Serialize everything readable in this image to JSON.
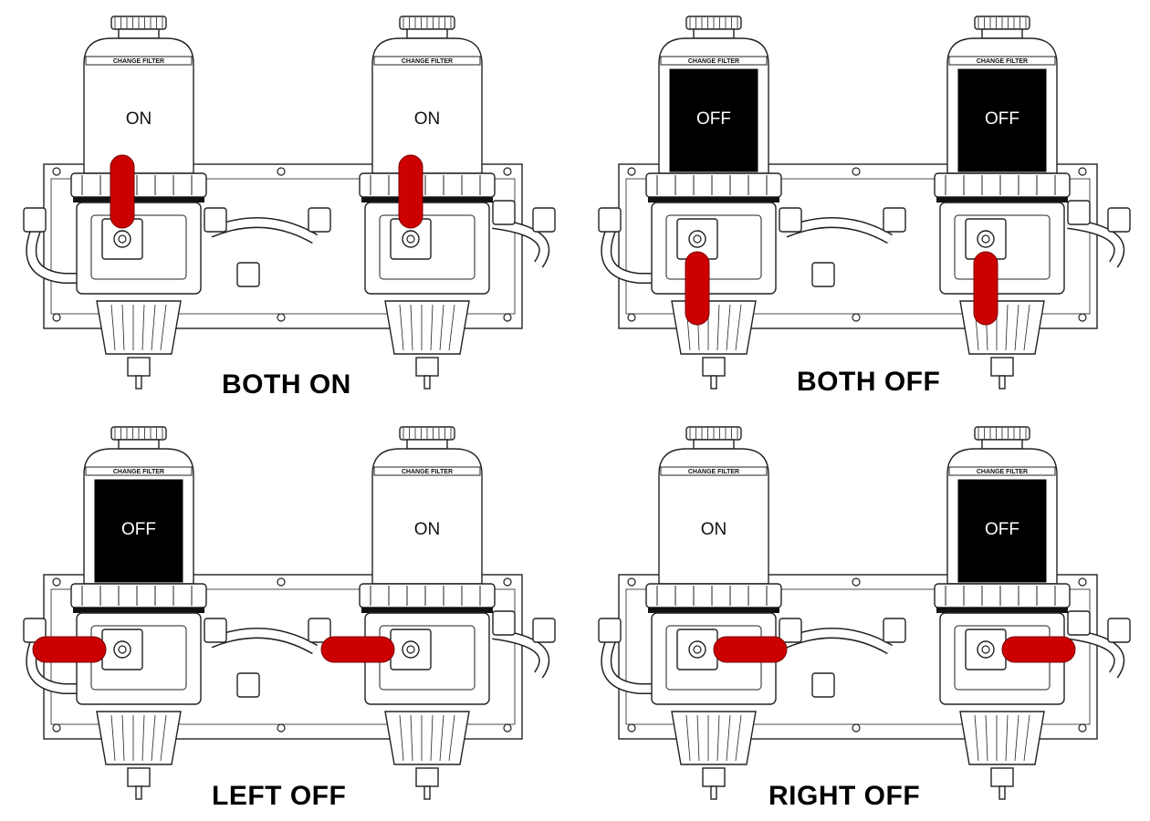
{
  "colors": {
    "handle": "#cc0000",
    "bowl_off": "#000000",
    "bowl_on": "#ffffff",
    "line": "#222222"
  },
  "band_label": "CHANGE FILTER",
  "panels": [
    {
      "caption": "BOTH ON",
      "left_state": "ON",
      "right_state": "ON",
      "left_handle": "up",
      "right_handle": "up"
    },
    {
      "caption": "BOTH OFF",
      "left_state": "OFF",
      "right_state": "OFF",
      "left_handle": "down",
      "right_handle": "down"
    },
    {
      "caption": "LEFT OFF",
      "left_state": "OFF",
      "right_state": "ON",
      "left_handle": "left",
      "right_handle": "left"
    },
    {
      "caption": "RIGHT OFF",
      "left_state": "ON",
      "right_state": "OFF",
      "left_handle": "right",
      "right_handle": "right"
    }
  ]
}
